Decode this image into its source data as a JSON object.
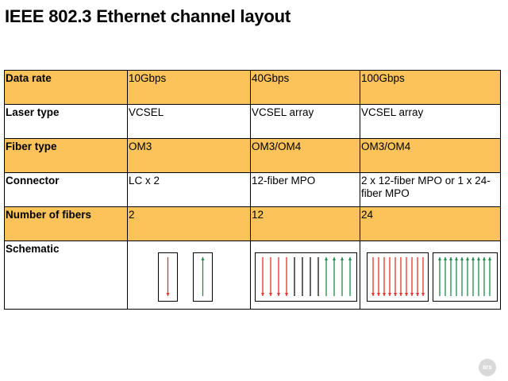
{
  "title": "IEEE 802.3 Ethernet channel layout",
  "table": {
    "rows": [
      {
        "label": "Data rate",
        "cells": [
          "10Gbps",
          "40Gbps",
          "100Gbps"
        ]
      },
      {
        "label": "Laser type",
        "cells": [
          "VCSEL",
          "VCSEL array",
          "VCSEL array"
        ]
      },
      {
        "label": "Fiber type",
        "cells": [
          "OM3",
          "OM3/OM4",
          "OM3/OM4"
        ]
      },
      {
        "label": "Connector",
        "cells": [
          "LC x 2",
          "12-fiber MPO",
          "2 x 12-fiber MPO or 1 x 24-fiber MPO"
        ]
      },
      {
        "label": "Number of fibers",
        "cells": [
          "2",
          "12",
          "24"
        ]
      },
      {
        "label": "Schematic"
      }
    ]
  },
  "schematic": {
    "colors": {
      "transmit": "#e8312a",
      "receive": "#1e8a4c",
      "unused": "#111111"
    },
    "lc_x2": {
      "transmit": 1,
      "unused": 0,
      "receive": 1
    },
    "mpo_12": {
      "transmit": 4,
      "unused": 4,
      "receive": 4
    },
    "mpo_24": {
      "transmit": 10,
      "unused": 0,
      "receive": 10
    }
  },
  "logo_text": "ars"
}
